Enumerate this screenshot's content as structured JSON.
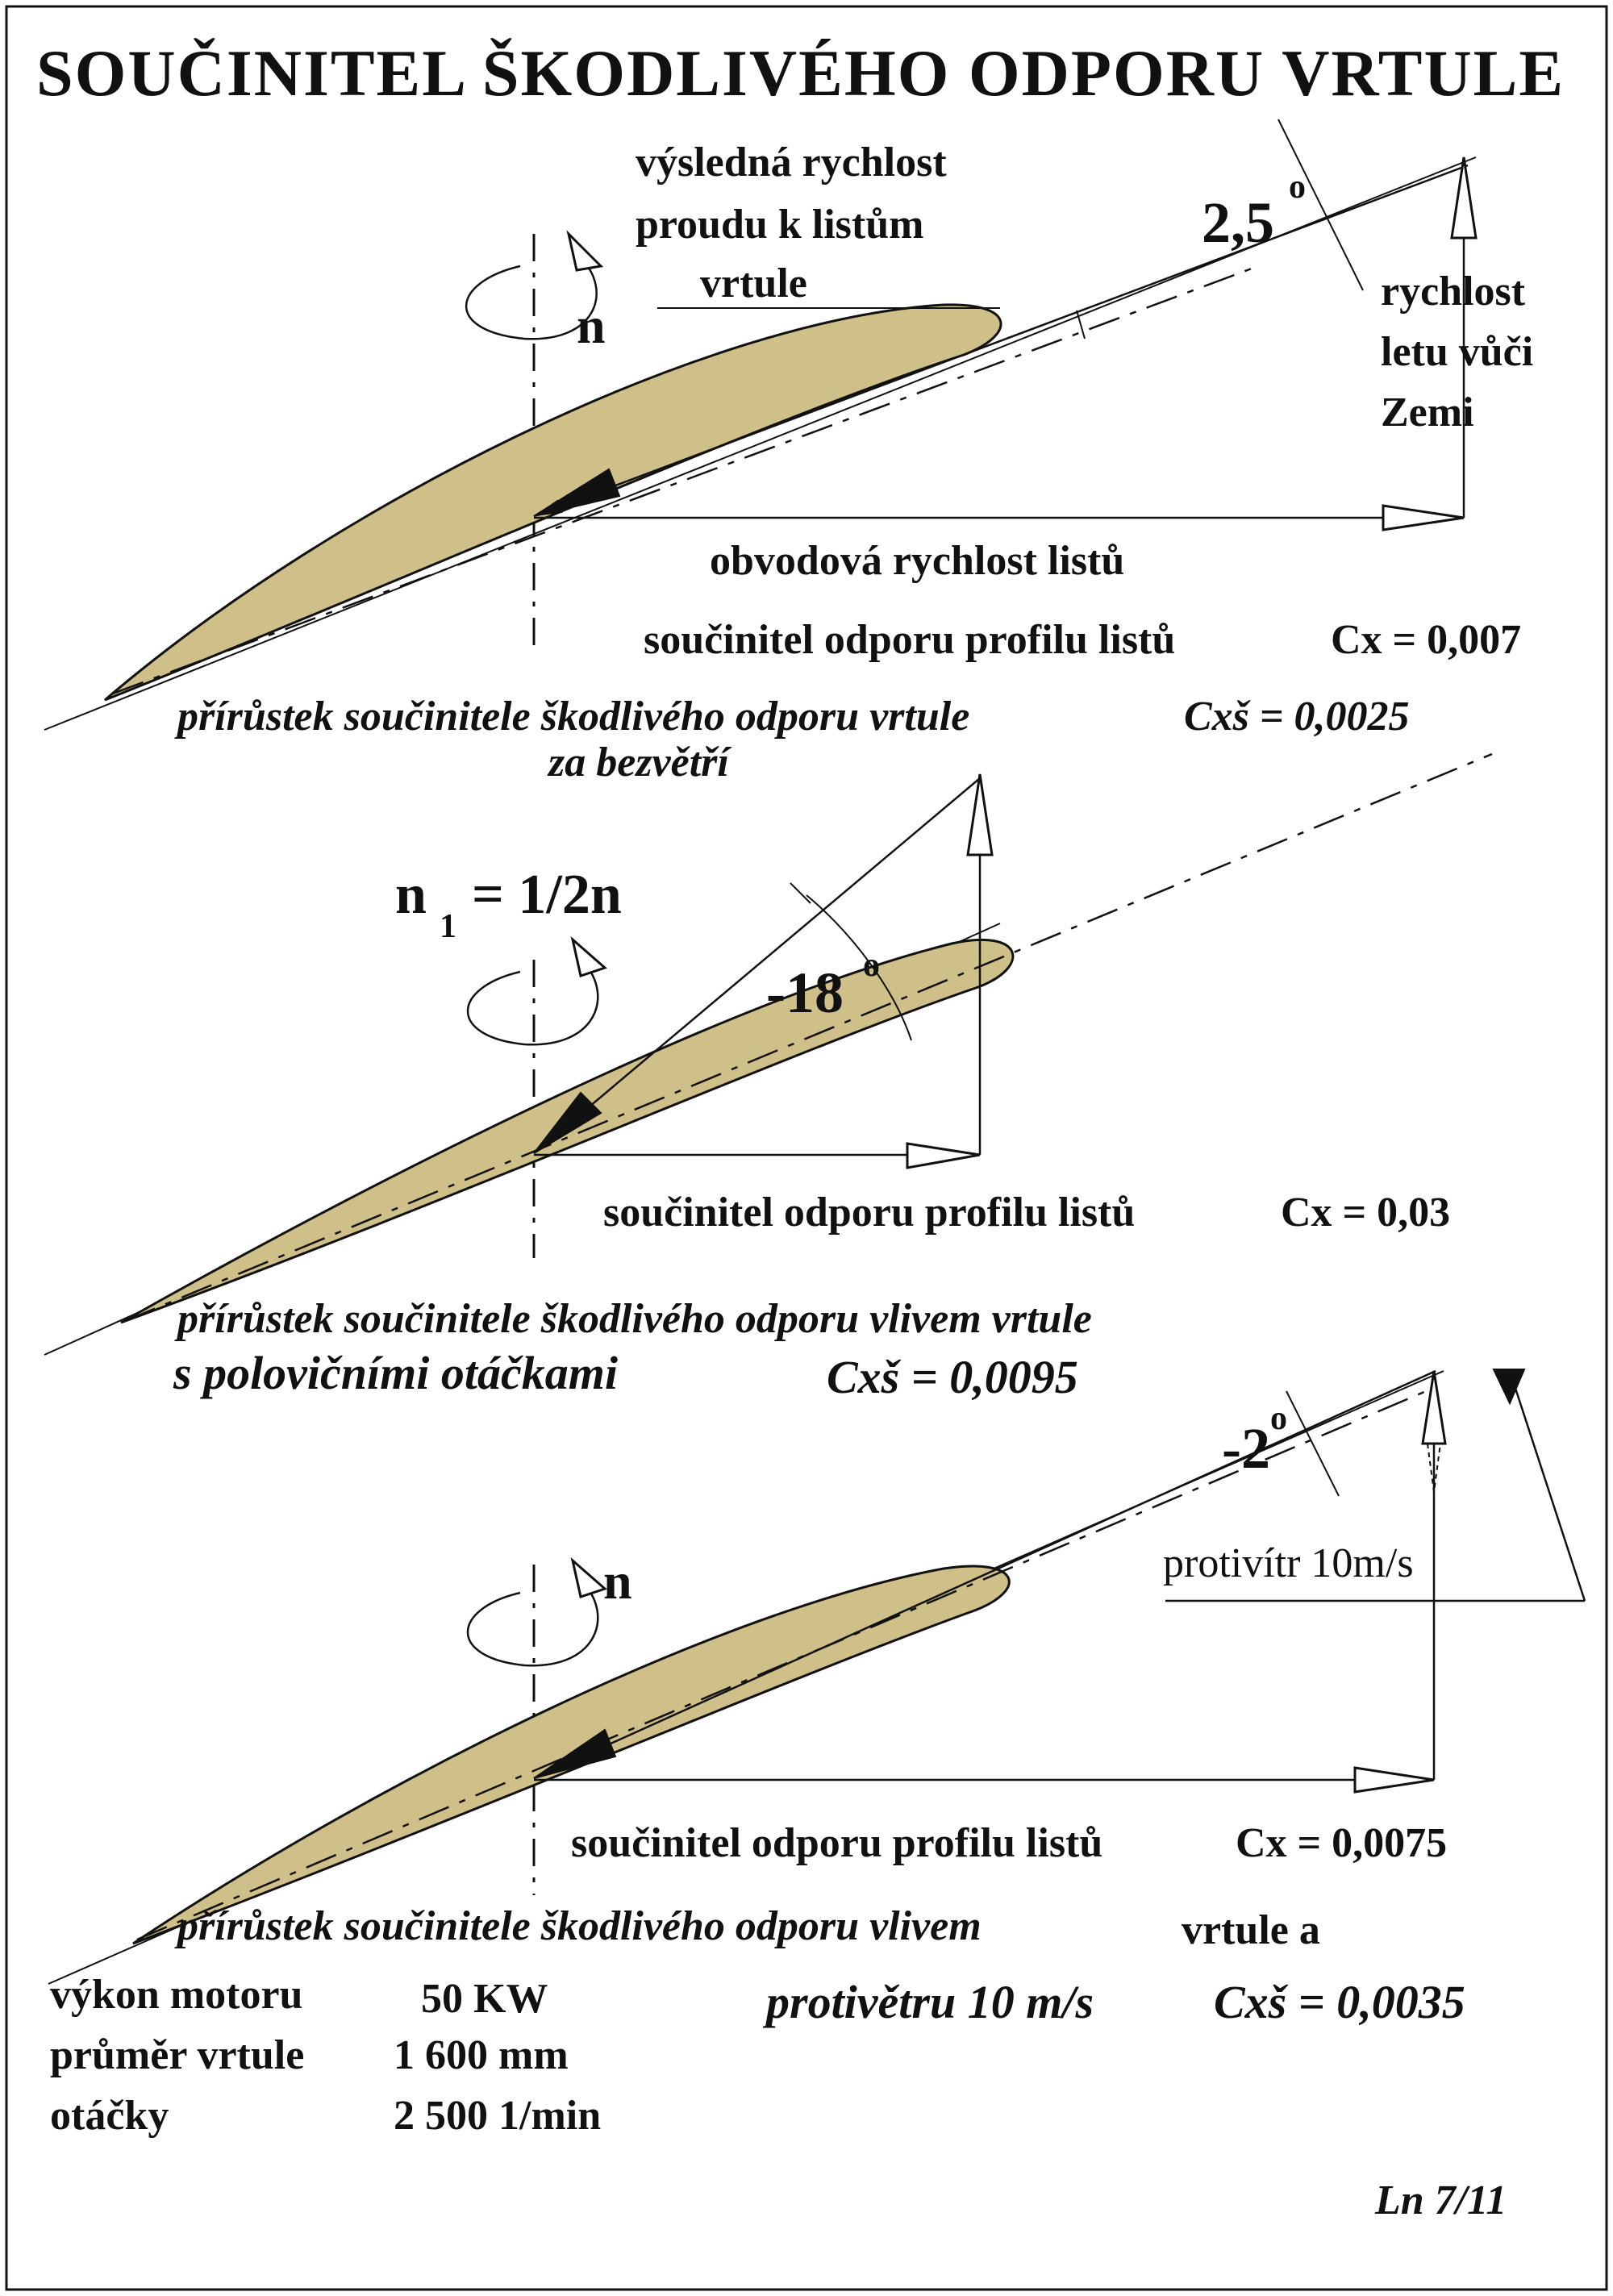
{
  "title": "SOUČINITEL ŠKODLIVÉHO ODPORU VRTULE",
  "colors": {
    "blade": "#cfc08a",
    "ink": "#111111",
    "background": "#ffffff"
  },
  "section1": {
    "resultant_line1": "výsledná rychlost",
    "resultant_line2": "proudu k listům",
    "resultant_line3": "vrtule",
    "rotation": "n",
    "angle": "2,5",
    "angle_unit": "o",
    "flight_line1": "rychlost",
    "flight_line2": "letu vůči",
    "flight_line3": "Zemi",
    "circumferential": "obvodová rychlost listů",
    "cx_label": "součinitel odporu profilu listů",
    "cx_value": "Cx = 0,007",
    "increment_line1": "přírůstek  součinitele škodlivého odporu vrtule",
    "increment_value": "Cxš = 0,0025",
    "increment_line2": "za bezvětří"
  },
  "section2": {
    "rotation_n": "n",
    "rotation_sub": "1",
    "rotation_rest": "= 1/2n",
    "angle": "-18",
    "angle_unit": "o",
    "cx_label": "součinitel odporu profilu listů",
    "cx_value": "Cx = 0,03",
    "increment_line1": "přírůstek  součinitele škodlivého odporu vlivem vrtule",
    "increment_line2": "s polovičními otáčkami",
    "increment_value": "Cxš = 0,0095"
  },
  "section3": {
    "rotation": "n",
    "angle": "-2",
    "angle_unit": "o",
    "headwind": "protivítr  10m/s",
    "cx_label": "součinitel odporu profilu listů",
    "cx_value": "Cx = 0,0075",
    "increment_line1": "přírůstek  součinitele škodlivého odporu vlivem",
    "increment_line1b": "vrtule a",
    "increment_line2": "protivětru 10 m/s",
    "increment_value": "Cxš = 0,0035"
  },
  "specs": [
    {
      "label": "výkon motoru",
      "value": "50  KW"
    },
    {
      "label": "průměr vrtule",
      "value": "1 600 mm"
    },
    {
      "label": "otáčky",
      "value": "2 500 1/min"
    }
  ],
  "page_ref": "Ln 7/11"
}
